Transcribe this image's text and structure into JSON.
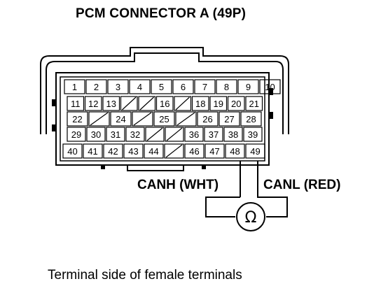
{
  "title": "PCM CONNECTOR A (49P)",
  "labels": {
    "canh": "CANH (WHT)",
    "canl": "CANL (RED)"
  },
  "meter_symbol": "Ω",
  "caption": "Terminal side of female terminals",
  "connector": {
    "rows": [
      [
        "1",
        "2",
        "3",
        "4",
        "5",
        "6",
        "7",
        "8",
        "9",
        "10"
      ],
      [
        "11",
        "12",
        "13",
        "",
        "",
        "16",
        "",
        "18",
        "19",
        "20",
        "21"
      ],
      [
        "22",
        "",
        "24",
        "",
        "25",
        "",
        "26",
        "27",
        "28"
      ],
      [
        "29",
        "30",
        "31",
        "32",
        "",
        "",
        "36",
        "37",
        "38",
        "39"
      ],
      [
        "40",
        "41",
        "42",
        "43",
        "44",
        "",
        "46",
        "47",
        "48",
        "49"
      ]
    ],
    "probe_terminals": [
      "48",
      "49"
    ]
  }
}
